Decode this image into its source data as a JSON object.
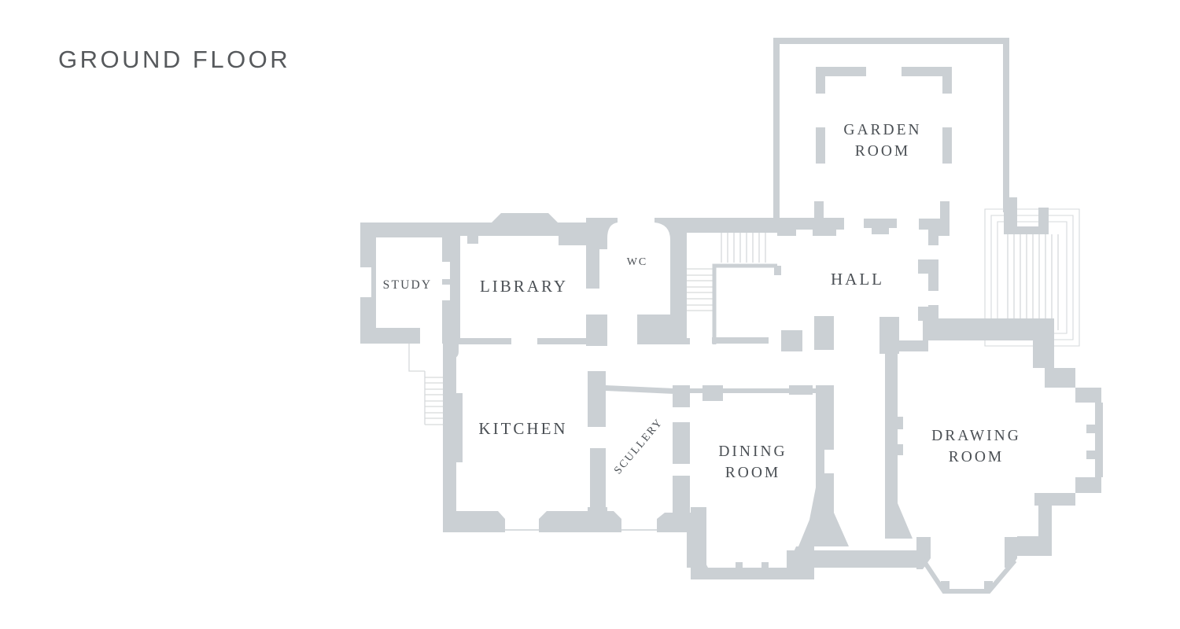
{
  "header": {
    "title": "GROUND FLOOR"
  },
  "rooms": {
    "garden_room": {
      "label": [
        "GARDEN",
        "ROOM"
      ]
    },
    "hall": {
      "label": [
        "HALL"
      ]
    },
    "study": {
      "label": [
        "STUDY"
      ]
    },
    "library": {
      "label": [
        "LIBRARY"
      ]
    },
    "wc": {
      "label": [
        "WC"
      ]
    },
    "kitchen": {
      "label": [
        "KITCHEN"
      ]
    },
    "scullery": {
      "label": [
        "SCULLERY"
      ]
    },
    "dining_room": {
      "label": [
        "DINING",
        "ROOM"
      ]
    },
    "drawing_room": {
      "label": [
        "DRAWING",
        "ROOM"
      ]
    }
  },
  "colors": {
    "wall": "#cbd0d4",
    "thin_line": "#d6d9db",
    "label_text": "#4a4f54",
    "title_text": "#56595c",
    "background": "#ffffff"
  }
}
